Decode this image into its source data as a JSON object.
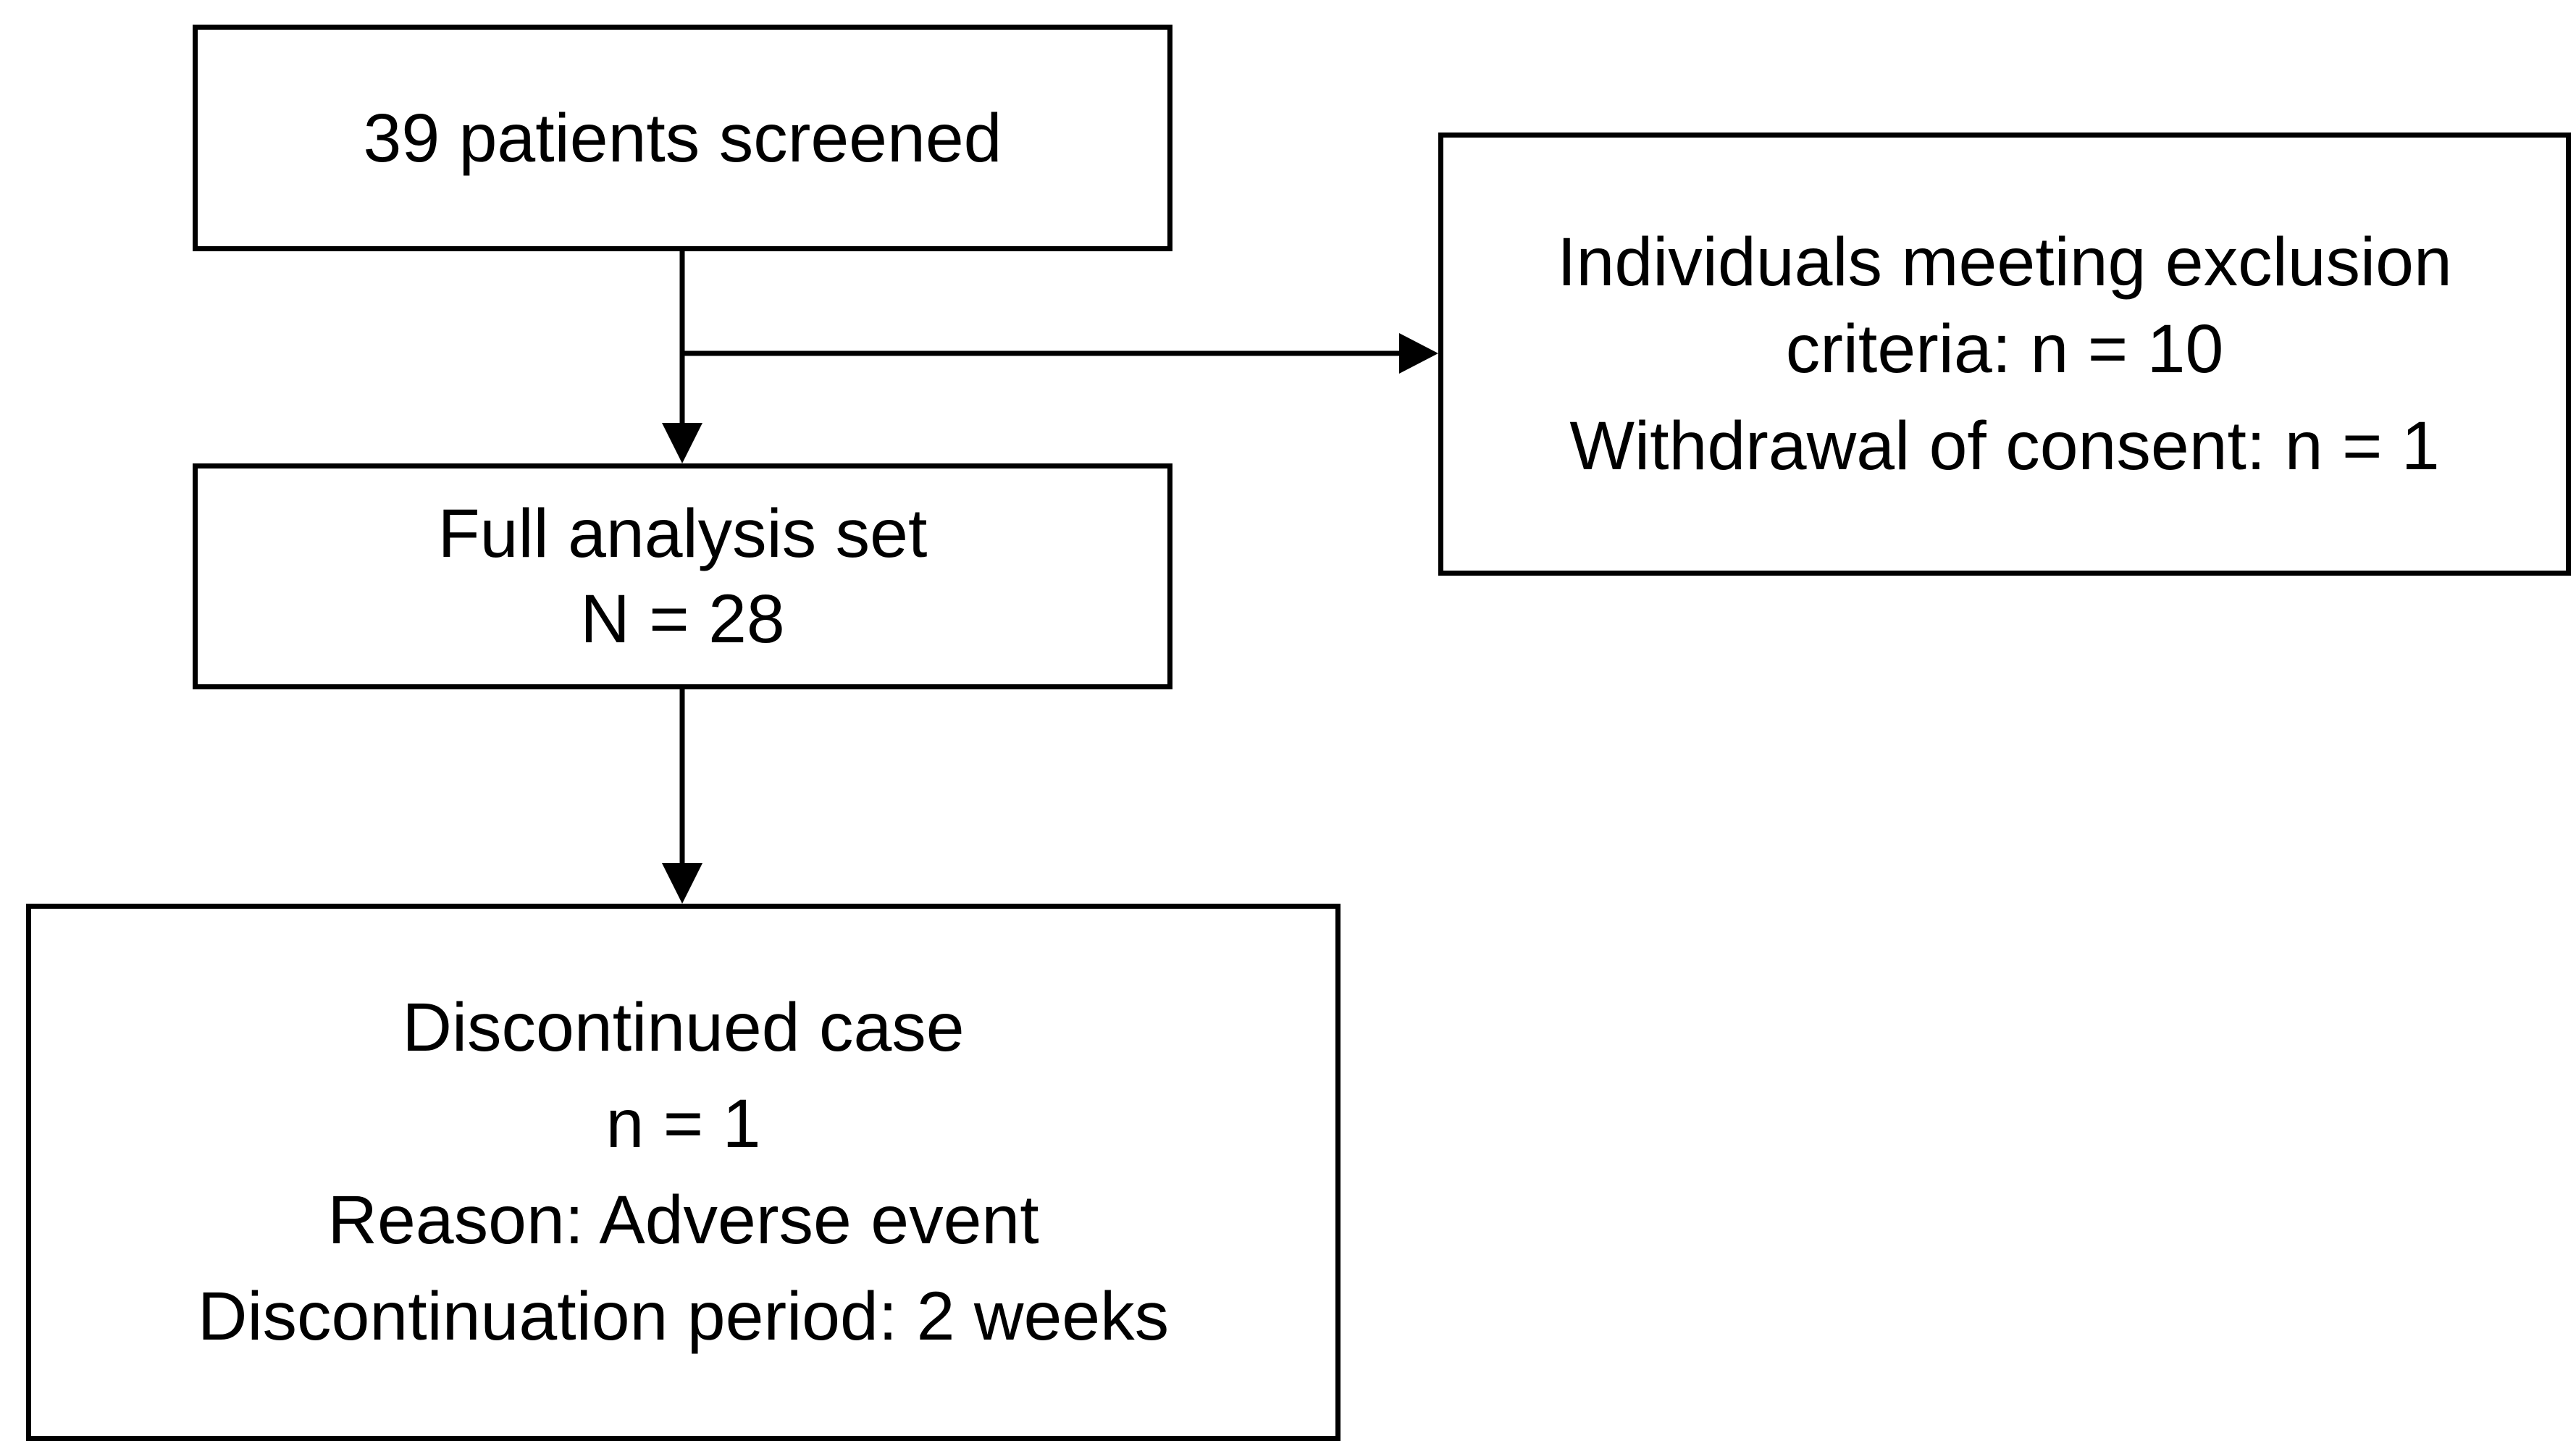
{
  "diagram": {
    "screened": {
      "lines": [
        "39 patients screened"
      ]
    },
    "excluded": {
      "lines": [
        "Individuals meeting exclusion",
        "criteria: n = 10",
        "Withdrawal of consent: n = 1"
      ]
    },
    "full_analysis": {
      "lines": [
        "Full analysis set",
        "N = 28"
      ]
    },
    "discontinued": {
      "lines": [
        "Discontinued case",
        "n = 1",
        "Reason: Adverse event",
        "Discontinuation period: 2 weeks"
      ]
    }
  },
  "colors": {
    "stroke": "#000000",
    "background": "#ffffff"
  }
}
